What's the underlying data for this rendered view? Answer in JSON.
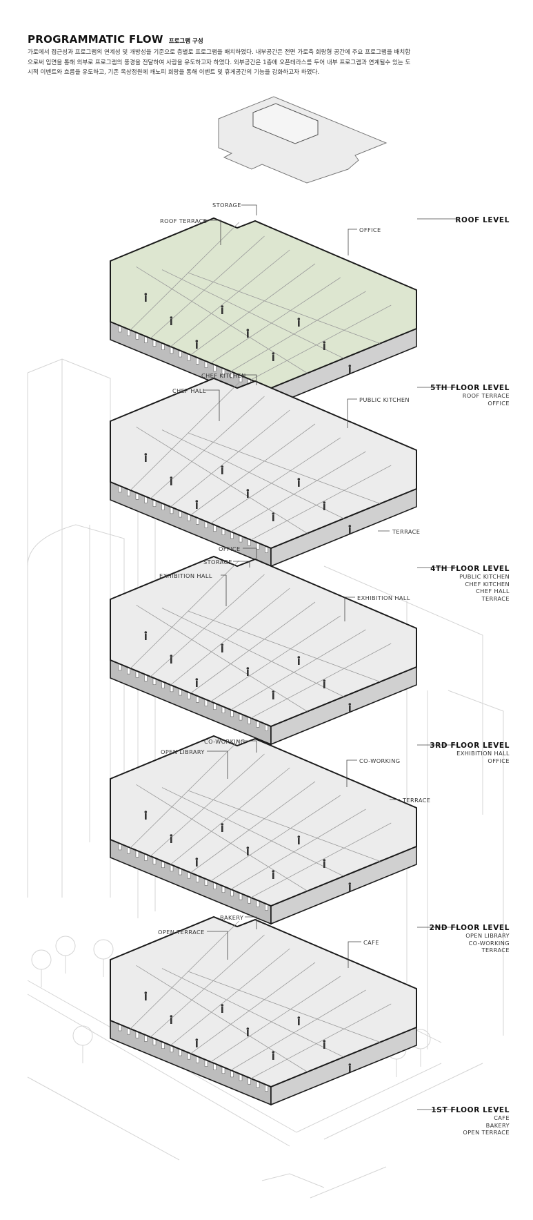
{
  "header": {
    "title": "PROGRAMMATIC FLOW",
    "subtitle": "프로그램 구성",
    "description": "가로에서 접근성과 프로그램의 연계성 및 개방성을 기준으로 층별로 프로그램을 배치하였다. 내부공간은 전면 가로축 회랑형 공간에 주요 프로그램을 배치함으로써 입면을 통해 외부로 프로그램의 풍경을 전달하여 사람을 유도하고자 하였다. 외부공간은 1층에 오픈테라스를 두어 내부 프로그램과 연계될수 있는 도시적 이벤트와 흐름을 유도하고, 기존 옥상정원에 캐노피 회랑을 통해 이벤트 및 휴게공간의 기능을 강화하고자 하였다."
  },
  "levels": [
    {
      "name": "ROOF LEVEL",
      "programs": []
    },
    {
      "name": "5TH FLOOR LEVEL",
      "programs": [
        "ROOF TERRACE",
        "OFFICE"
      ]
    },
    {
      "name": "4TH FLOOR LEVEL",
      "programs": [
        "PUBLIC KITCHEN",
        "CHEF KITCHEN",
        "CHEF HALL",
        "TERRACE"
      ]
    },
    {
      "name": "3RD FLOOR LEVEL",
      "programs": [
        "EXHIBITION HALL",
        "OFFICE"
      ]
    },
    {
      "name": "2ND FLOOR LEVEL",
      "programs": [
        "OPEN LIBRARY",
        "CO-WORKING",
        "TERRACE"
      ]
    },
    {
      "name": "1ST FLOOR LEVEL",
      "programs": [
        "CAFE",
        "BAKERY",
        "OPEN TERRACE"
      ]
    }
  ],
  "tags": {
    "roof": [
      "STORAGE",
      "ROOF TERRACE",
      "OFFICE"
    ],
    "fifth": [
      "CHEF KITCHEN",
      "CHEF HALL",
      "PUBLIC KITCHEN",
      "TERRACE"
    ],
    "fourth": [
      "OFFICE",
      "STORAGE",
      "EXHIBITION HALL",
      "EXHIBITION HALL"
    ],
    "third": [
      "CO-WORKING",
      "OPEN LIBRARY",
      "CO-WORKING",
      "TERRACE"
    ],
    "ground": [
      "BAKERY",
      "OPEN TERRACE",
      "CAFE"
    ]
  },
  "colors": {
    "ink": "#1a1a1a",
    "wall": "#bdbdbd",
    "floor": "#ececec",
    "roof_garden": "#dde6d0",
    "context_lines": "#cfcfcf"
  }
}
